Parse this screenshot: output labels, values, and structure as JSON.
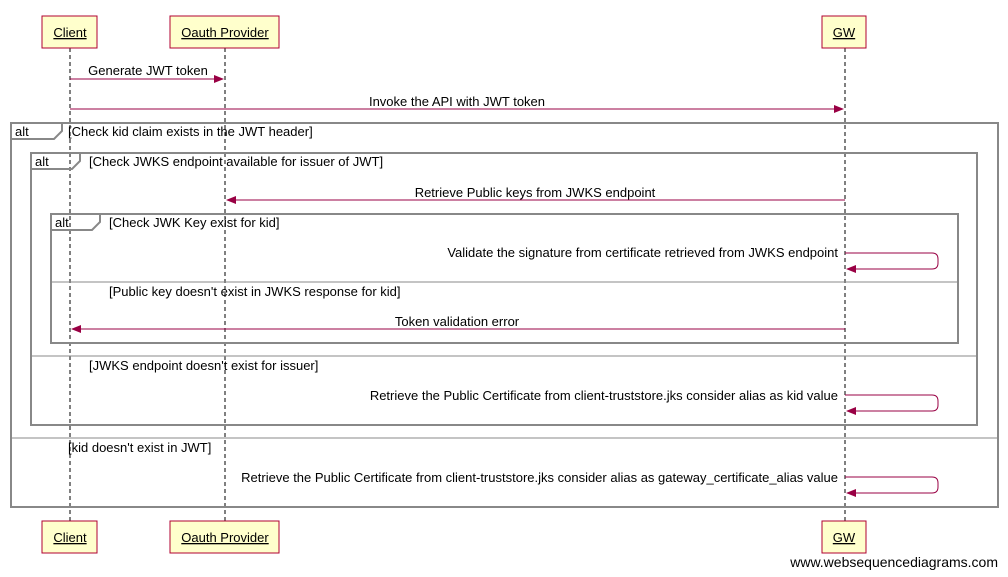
{
  "participants": {
    "client": "Client",
    "oauth": "Oauth Provider",
    "gw": "GW"
  },
  "messages": {
    "m1": "Generate JWT token",
    "m2": "Invoke the API with JWT token",
    "m3": "Retrieve Public keys from JWKS endpoint",
    "m4": "Validate the signature from certificate retrieved from JWKS endpoint",
    "m5": "Token validation error",
    "m6": "Retrieve the Public Certificate from client-truststore.jks consider alias as kid value",
    "m7": "Retrieve the Public Certificate from client-truststore.jks consider alias as gateway_certificate_alias value"
  },
  "fragments": {
    "keyword": "alt",
    "outer_cond": "[Check kid claim exists in the JWT header]",
    "outer_else": "[kid doesn't exist in JWT]",
    "mid_cond": "[Check JWKS endpoint available for issuer of JWT]",
    "mid_else": "[JWKS endpoint doesn't exist for issuer]",
    "inner_cond": "[Check JWK Key exist for kid]",
    "inner_else": "[Public key doesn't exist in JWKS response for kid]"
  },
  "colors": {
    "participant_fill": "#ffffcc",
    "participant_border": "#b00030",
    "arrow": "#990044",
    "fragment_border": "#888888"
  },
  "watermark": "www.websequencediagrams.com"
}
